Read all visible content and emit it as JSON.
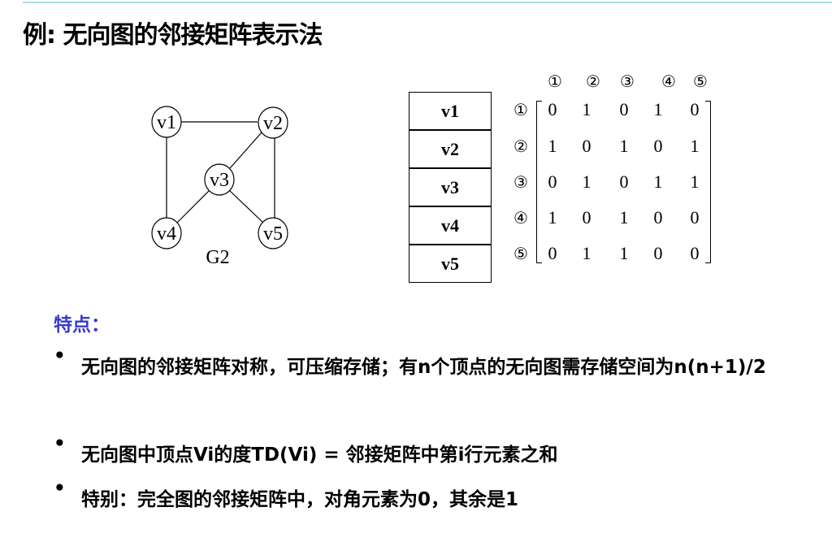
{
  "title": "例: 无向图的邻接矩阵表示法",
  "graph": {
    "name": "G2",
    "nodes": [
      "v1",
      "v2",
      "v3",
      "v4",
      "v5"
    ],
    "edges": [
      [
        "v1",
        "v2"
      ],
      [
        "v1",
        "v4"
      ],
      [
        "v2",
        "v3"
      ],
      [
        "v2",
        "v5"
      ],
      [
        "v3",
        "v4"
      ],
      [
        "v3",
        "v5"
      ]
    ]
  },
  "vertex_table": [
    "v1",
    "v2",
    "v3",
    "v4",
    "v5"
  ],
  "matrix": {
    "col_labels": [
      "①",
      "②",
      "③",
      "④",
      "⑤"
    ],
    "row_labels": [
      "①",
      "②",
      "③",
      "④",
      "⑤"
    ],
    "rows": [
      [
        "0",
        "1",
        "0",
        "1",
        "0"
      ],
      [
        "1",
        "0",
        "1",
        "0",
        "1"
      ],
      [
        "0",
        "1",
        "0",
        "1",
        "1"
      ],
      [
        "1",
        "0",
        "1",
        "0",
        "0"
      ],
      [
        "0",
        "1",
        "1",
        "0",
        "0"
      ]
    ]
  },
  "features_label": "特点：",
  "bullets": [
    {
      "symbol": "•",
      "text": "无向图的邻接矩阵对称，可压缩存储；有n个顶点的无向图需存储空间为n(n+1)/2"
    },
    {
      "symbol": "•",
      "text": "无向图中顶点Vi的度TD(Vi) = 邻接矩阵中第i行元素之和"
    },
    {
      "symbol": "•",
      "text": "特别：完全图的邻接矩阵中，对角元素为0，其余是1"
    }
  ]
}
